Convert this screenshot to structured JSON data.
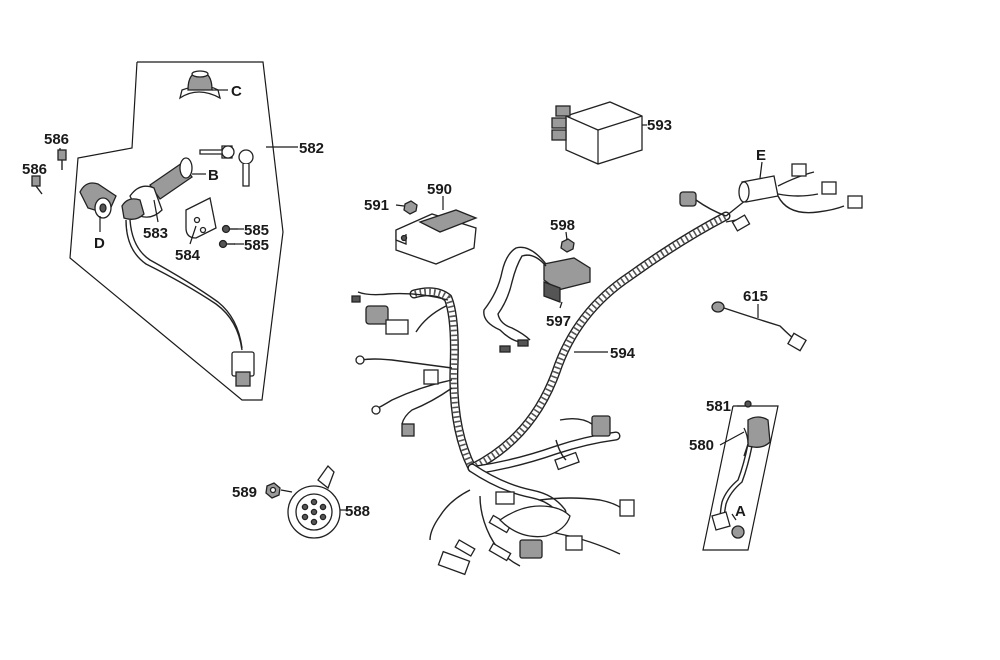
{
  "labels": {
    "c": "C",
    "b": "B",
    "d": "D",
    "e": "E",
    "a": "A",
    "p582": "582",
    "p583": "583",
    "p584": "584",
    "p585a": "585",
    "p585b": "585",
    "p586a": "586",
    "p586b": "586",
    "p588": "588",
    "p589": "589",
    "p590": "590",
    "p591": "591",
    "p593": "593",
    "p594": "594",
    "p597": "597",
    "p598": "598",
    "p615": "615",
    "p580": "580",
    "p581": "581"
  }
}
